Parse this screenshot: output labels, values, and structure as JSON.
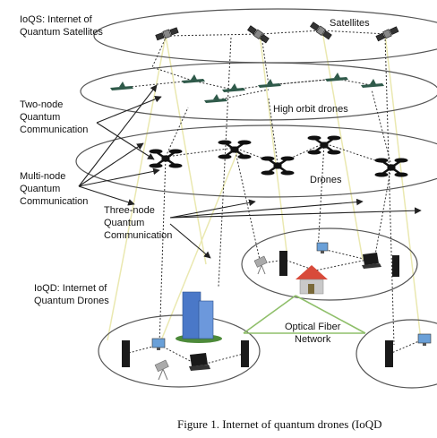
{
  "labels": {
    "ioqs": "IoQS: Internet of\nQuantum Satellites",
    "two_node": "Two-node\nQuantum\nCommunication",
    "multi_node": "Multi-node\nQuantum\nCommunication",
    "three_node": "Three-node\nQuantum\nCommunication",
    "ioqd": "IoQD: Internet of\nQuantum Drones",
    "satellites": "Satellites",
    "high_orbit_drones": "High orbit drones",
    "drones": "Drones",
    "optical_fiber": "Optical Fiber\nNetwork"
  },
  "caption": "Figure 1. Internet of quantum drones (IoQD",
  "colors": {
    "ellipse_stroke": "#555555",
    "link_solid": "#222222",
    "link_dotted": "#333333",
    "beam_yellow": "#e8e6a8",
    "fiber_green": "#8fbf6a",
    "building": "#4a78c8",
    "house_roof": "#d84a3a",
    "drone": "#111111",
    "high_orbit_drone": "#2f5a4a"
  },
  "icons": {
    "satellite": "satellite-icon",
    "high_orbit_drone": "high-orbit-drone-icon",
    "drone": "quadcopter-icon",
    "server": "server-tower-icon",
    "laptop": "laptop-icon",
    "monitor": "monitor-icon",
    "building": "building-icon",
    "house": "house-icon",
    "telescope": "telescope-icon"
  }
}
